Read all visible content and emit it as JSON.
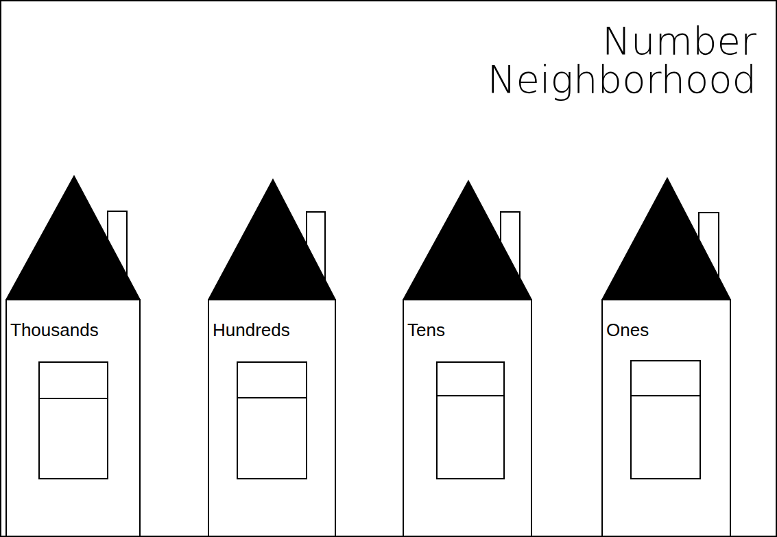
{
  "diagram": {
    "title": "Number Neighborhood",
    "nodes": [
      {
        "text": [
          "Thousands"
        ]
      },
      {
        "text": [
          "Hundreds"
        ]
      },
      {
        "text": [
          "Tens"
        ]
      },
      {
        "text": [
          "Ones"
        ]
      }
    ]
  }
}
